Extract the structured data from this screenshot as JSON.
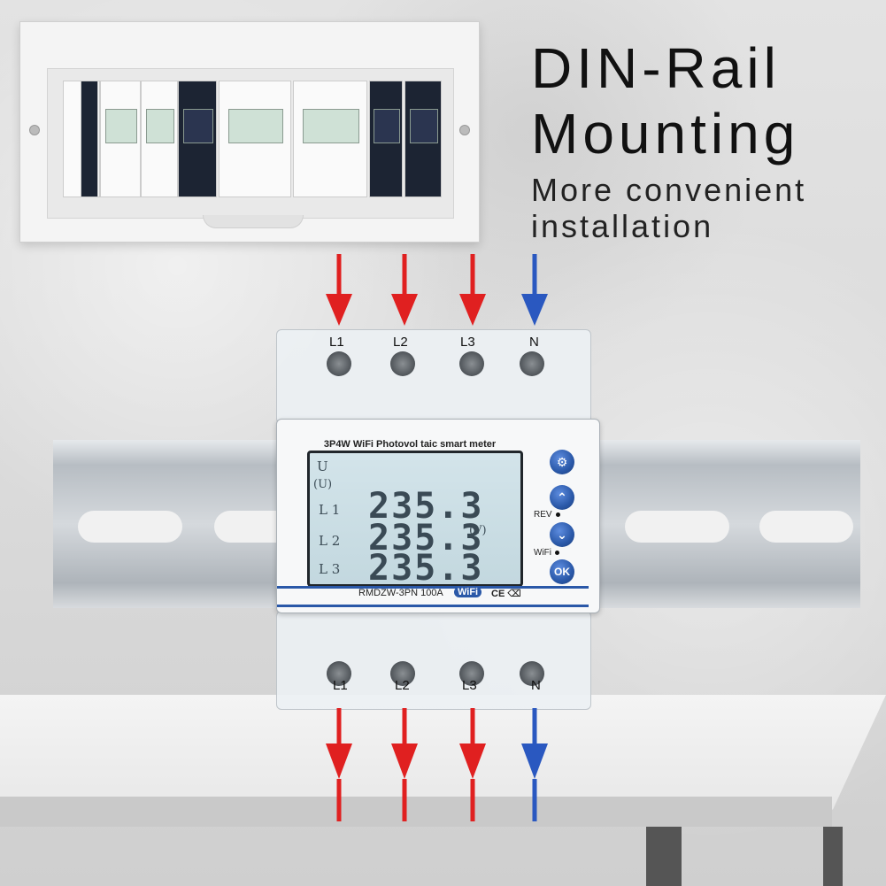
{
  "headline": {
    "title_line1": "DIN-Rail",
    "title_line2": "Mounting",
    "subtitle_line1": "More convenient",
    "subtitle_line2": "installation"
  },
  "meter": {
    "title": "3P4W WiFi Photovol taic smart meter",
    "model": "RMDZW-3PN 100A",
    "wifi_badge": "WiFi",
    "cert": "CE",
    "lcd": {
      "label_u": "U",
      "label_u_paren": "(U)",
      "lines": [
        {
          "label": "L 1",
          "value": "235.3"
        },
        {
          "label": "L 2",
          "value": "235.3"
        },
        {
          "label": "L 3",
          "value": "235.3"
        }
      ],
      "unit": "(V)"
    },
    "buttons": {
      "rev_label": "REV",
      "wifi_label": "WiFi",
      "ok": "OK"
    },
    "top_terminals": [
      "L1",
      "L2",
      "L3",
      "N"
    ],
    "bottom_terminals": [
      "L1",
      "L2",
      "L3",
      "N"
    ]
  },
  "colors": {
    "phase_arrow": "#e02020",
    "neutral_arrow": "#2a58c0",
    "accent_blue": "#2a58a8"
  }
}
